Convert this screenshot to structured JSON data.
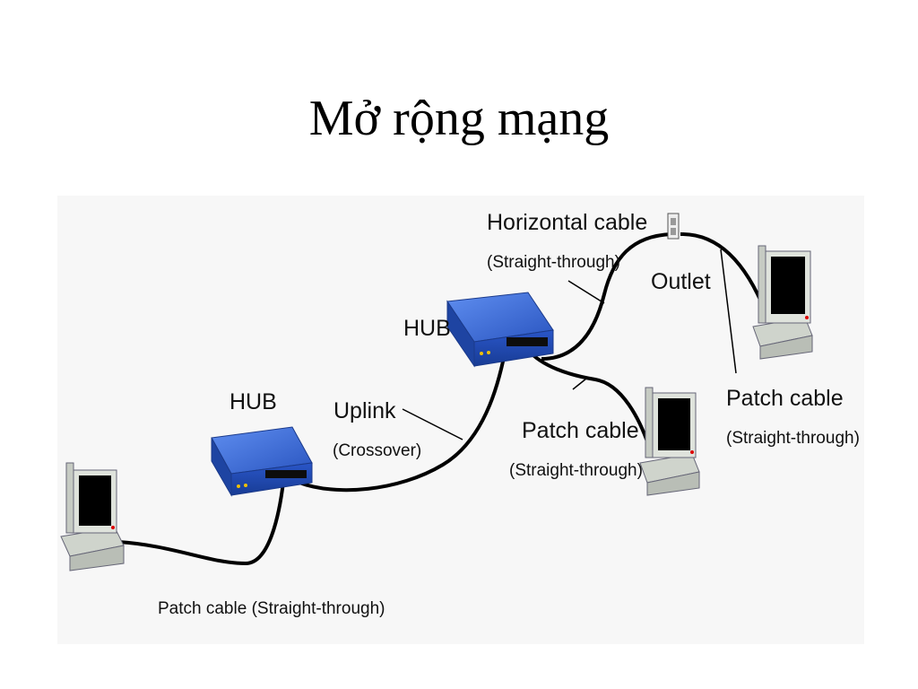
{
  "slide": {
    "title": "Mở rộng mạng"
  },
  "diagram": {
    "hub_left": "HUB",
    "hub_center": "HUB",
    "uplink": "Uplink",
    "uplink_type": "(Crossover)",
    "horizontal_cable": "Horizontal cable",
    "horizontal_type": "(Straight-through)",
    "outlet": "Outlet",
    "patch_center": "Patch cable",
    "patch_center_type": "(Straight-through)",
    "patch_right": "Patch cable",
    "patch_right_type": "(Straight-through)",
    "patch_bottom": "Patch cable (Straight-through)"
  },
  "colors": {
    "hub_blue": "#2f5fc4",
    "hub_dark": "#1b3a8a",
    "cable": "#000000",
    "pc_body": "#dfe3dc",
    "screen": "#000000"
  },
  "icons": [
    "computer-icon",
    "hub-icon",
    "wall-outlet-icon"
  ]
}
